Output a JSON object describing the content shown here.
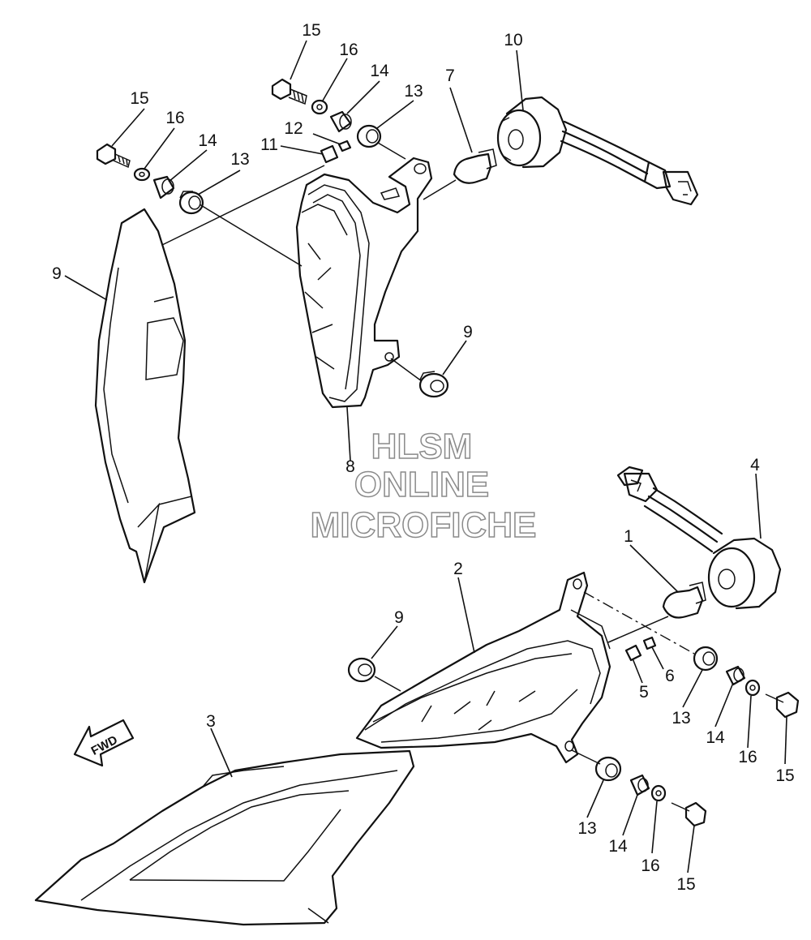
{
  "watermark": {
    "line1": "HLSM",
    "line2": "ONLINE",
    "line3": "MICROFICHE"
  },
  "direction_arrow_label": "FWD",
  "callouts": {
    "c1": "1",
    "c2": "2",
    "c3": "3",
    "c4": "4",
    "c5": "5",
    "c6": "6",
    "c7": "7",
    "c8": "8",
    "c9a": "9",
    "c9b": "9",
    "c9c": "9",
    "c10": "10",
    "c11": "11",
    "c12": "12",
    "c13a": "13",
    "c13b": "13",
    "c13c": "13",
    "c13d": "13",
    "c14a": "14",
    "c14b": "14",
    "c14c": "14",
    "c14d": "14",
    "c15a": "15",
    "c15b": "15",
    "c15c": "15",
    "c15d": "15",
    "c16a": "16",
    "c16b": "16",
    "c16c": "16",
    "c16d": "16"
  }
}
